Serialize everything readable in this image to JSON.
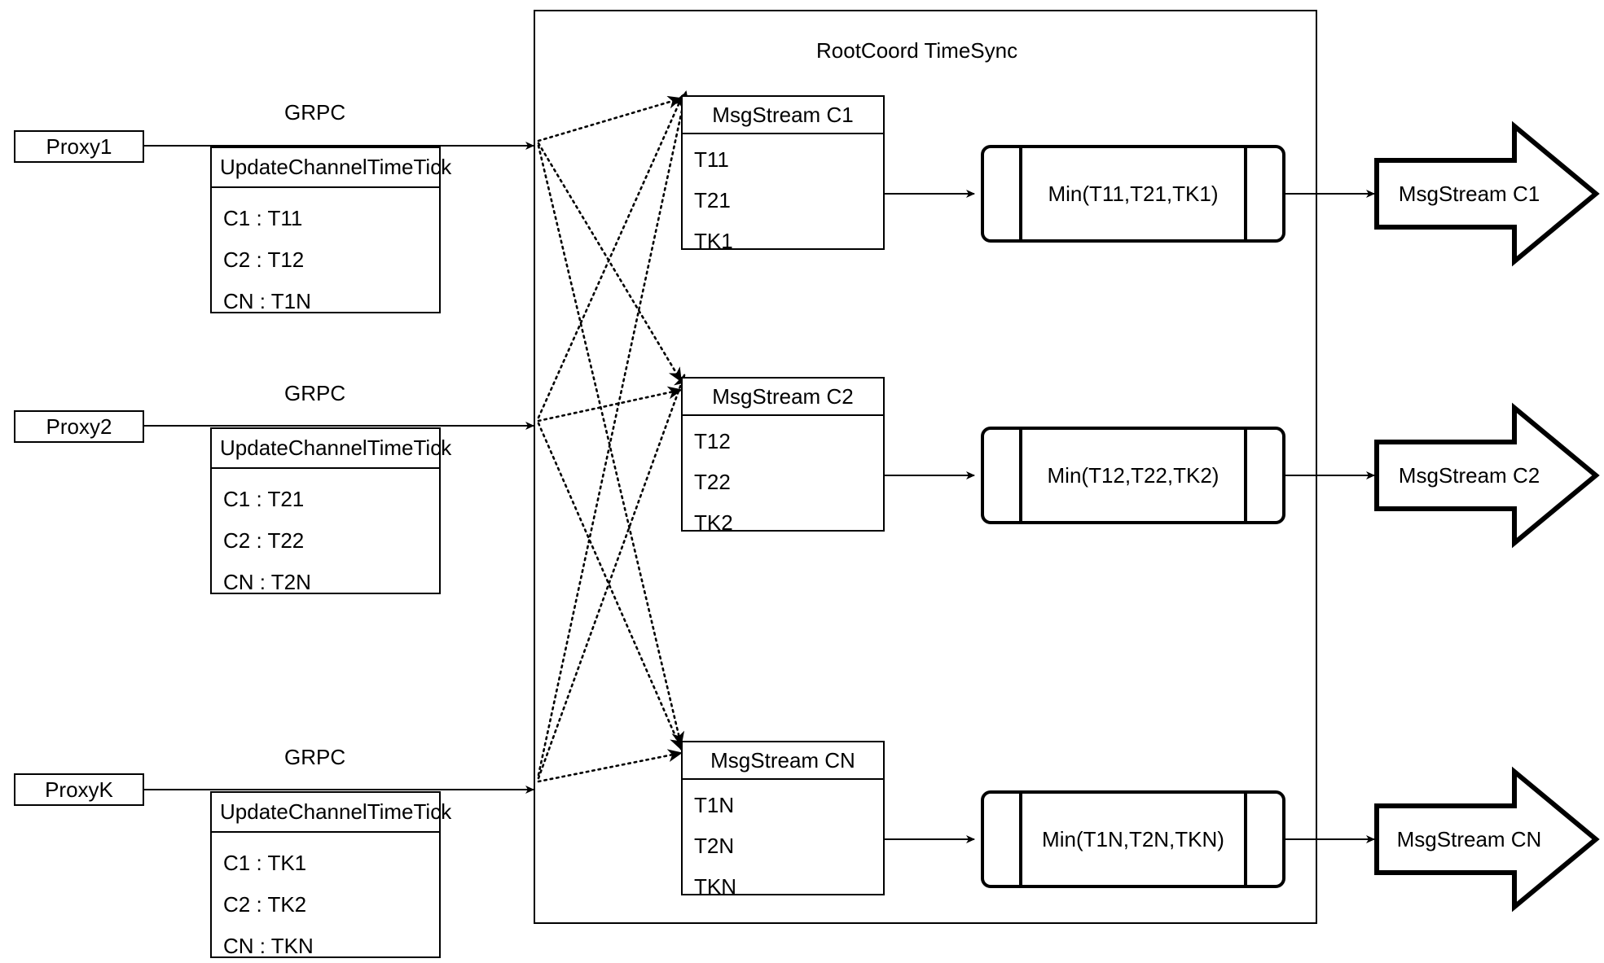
{
  "diagram": {
    "title": "RootCoord TimeSync",
    "grpc_label": "GRPC",
    "rpc_box_title": "UpdateChannelTimeTick"
  },
  "proxies": [
    {
      "name": "Proxy1",
      "grpc": "GRPC",
      "rpc_title": "UpdateChannelTimeTick",
      "rows": [
        "C1 :  T11",
        "C2 :  T12",
        "CN : T1N"
      ]
    },
    {
      "name": "Proxy2",
      "grpc": "GRPC",
      "rpc_title": "UpdateChannelTimeTick",
      "rows": [
        "C1 :  T21",
        "C2 :  T22",
        "CN : T2N"
      ]
    },
    {
      "name": "ProxyK",
      "grpc": "GRPC",
      "rpc_title": "UpdateChannelTimeTick",
      "rows": [
        "C1 :  TK1",
        "C2 :  TK2",
        "CN : TKN"
      ]
    }
  ],
  "channels": [
    {
      "stream_title": "MsgStream C1",
      "ticks": [
        "T11",
        "T21",
        "TK1"
      ],
      "min_label": "Min(T11,T21,TK1)",
      "output_label": "MsgStream C1"
    },
    {
      "stream_title": "MsgStream C2",
      "ticks": [
        "T12",
        "T22",
        "TK2"
      ],
      "min_label": "Min(T12,T22,TK2)",
      "output_label": "MsgStream C2"
    },
    {
      "stream_title": "MsgStream CN",
      "ticks": [
        "T1N",
        "T2N",
        "TKN"
      ],
      "min_label": "Min(T1N,T2N,TKN)",
      "output_label": "MsgStream CN"
    }
  ],
  "colors": {
    "stroke": "#000000",
    "background": "#ffffff"
  }
}
